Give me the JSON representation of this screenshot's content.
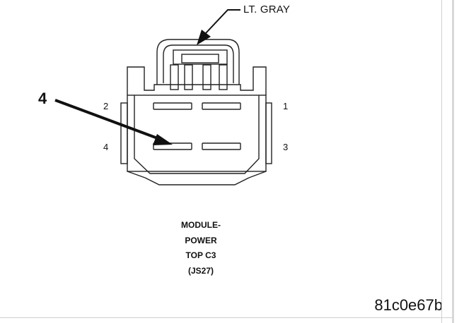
{
  "callouts": {
    "wire_color": "LT. GRAY",
    "pin_indicator": "4"
  },
  "pins": {
    "top_left": "2",
    "top_right": "1",
    "bottom_left": "4",
    "bottom_right": "3"
  },
  "caption": {
    "line1": "MODULE-",
    "line2": "POWER",
    "line3": "TOP C3",
    "line4": "(JS27)"
  },
  "figure_id": "81c0e67b"
}
